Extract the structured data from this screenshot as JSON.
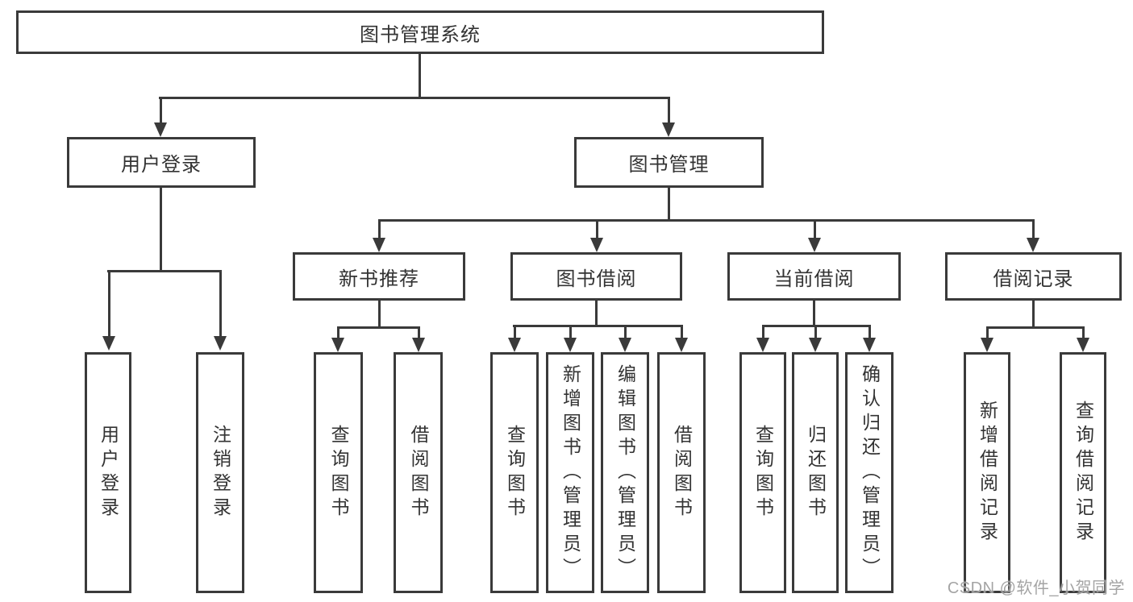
{
  "diagram": {
    "root": {
      "label": "图书管理系统"
    },
    "branches": [
      {
        "label": "用户登录",
        "children": [
          {
            "label": "用户登录"
          },
          {
            "label": "注销登录"
          }
        ]
      },
      {
        "label": "图书管理",
        "children": [
          {
            "label": "新书推荐",
            "children": [
              {
                "label": "查询图书"
              },
              {
                "label": "借阅图书"
              }
            ]
          },
          {
            "label": "图书借阅",
            "children": [
              {
                "label": "查询图书"
              },
              {
                "label": "新增图书（管理员）"
              },
              {
                "label": "编辑图书（管理员）"
              },
              {
                "label": "借阅图书"
              }
            ]
          },
          {
            "label": "当前借阅",
            "children": [
              {
                "label": "查询图书"
              },
              {
                "label": "归还图书"
              },
              {
                "label": "确认归还（管理员）"
              }
            ]
          },
          {
            "label": "借阅记录",
            "children": [
              {
                "label": "新增借阅记录"
              },
              {
                "label": "查询借阅记录"
              }
            ]
          }
        ]
      }
    ]
  },
  "watermark": {
    "text": "CSDN @软件_小贺同学"
  },
  "colors": {
    "line": "#3a3a3a",
    "text": "#333333",
    "watermark": "#a0a0a0",
    "background": "#ffffff"
  }
}
